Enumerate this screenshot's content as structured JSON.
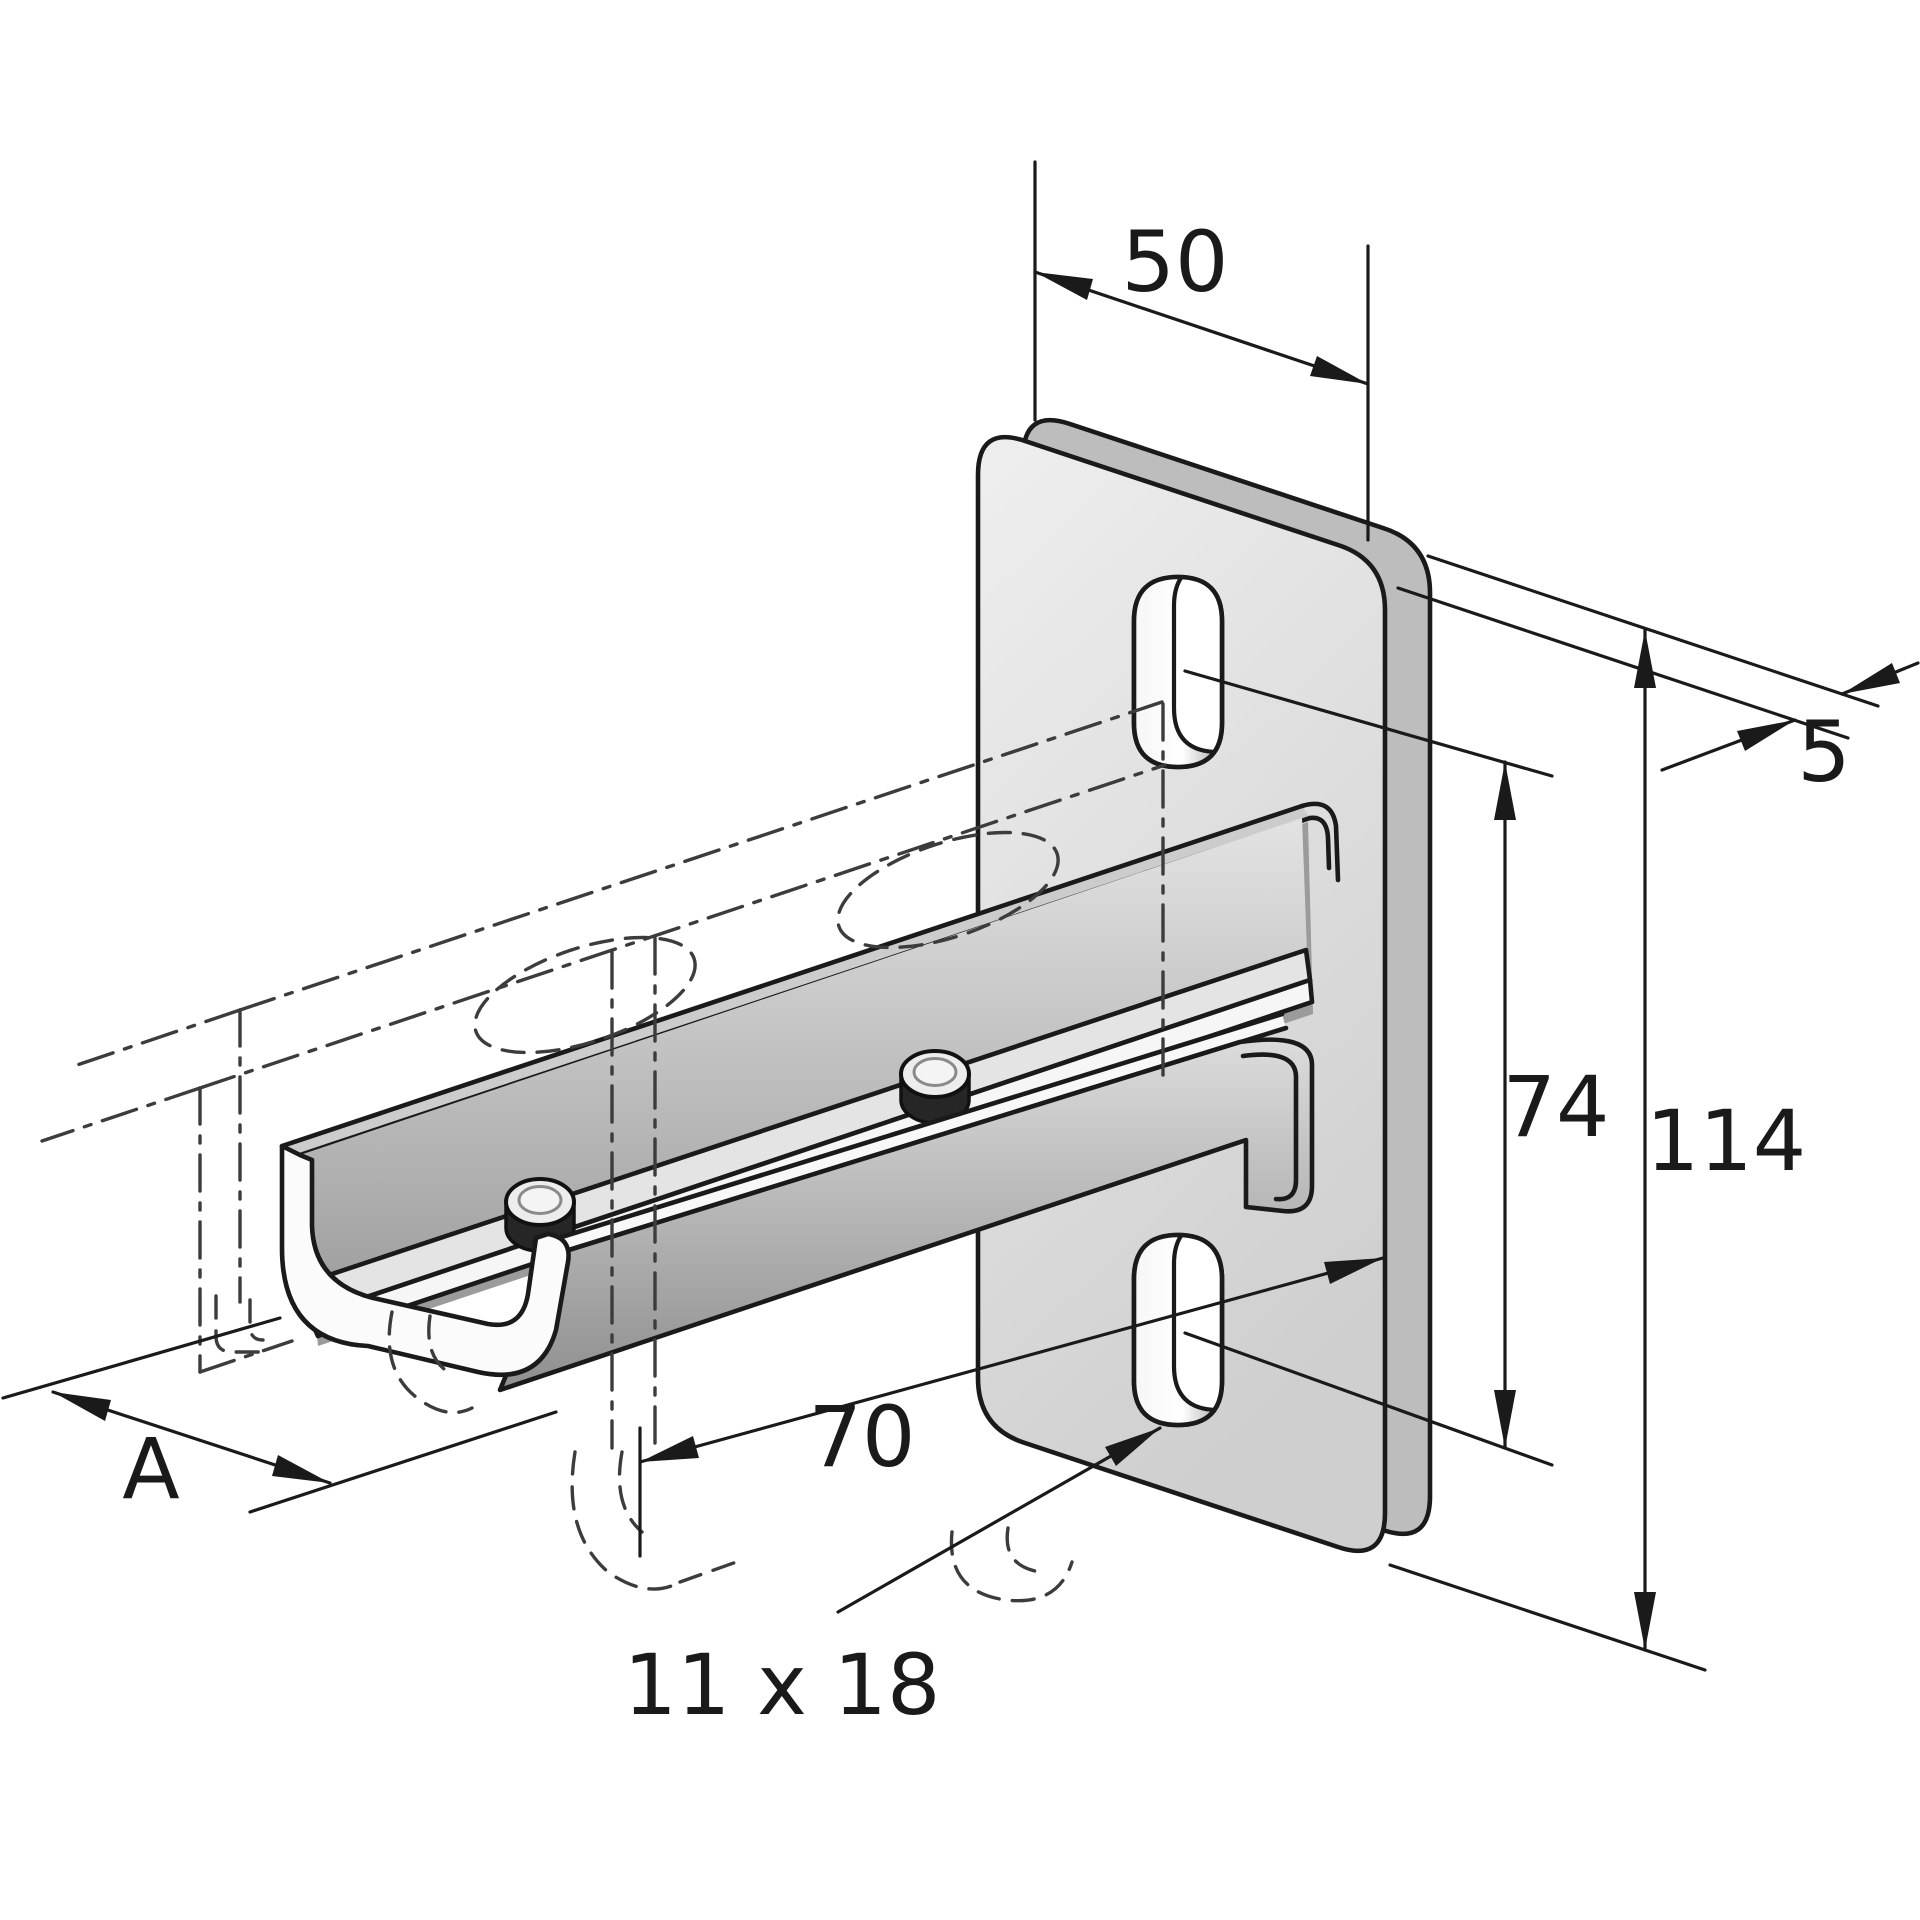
{
  "drawing": {
    "line_color": "#1a1a1a",
    "plate_face_color": "#e8e8e8",
    "plate_edge_color": "#bdbdbd",
    "arm_shadow_color": "#9b9b9b",
    "background_color": "#ffffff"
  },
  "dimensions": {
    "plate_width": {
      "label": "50"
    },
    "plate_thickness": {
      "label": "5"
    },
    "slot_spacing": {
      "label": "74"
    },
    "plate_height": {
      "label": "114"
    },
    "arm_length": {
      "label": "70"
    },
    "slot_size": {
      "label": "11 x 18"
    },
    "overall_length": {
      "label": "A"
    }
  }
}
